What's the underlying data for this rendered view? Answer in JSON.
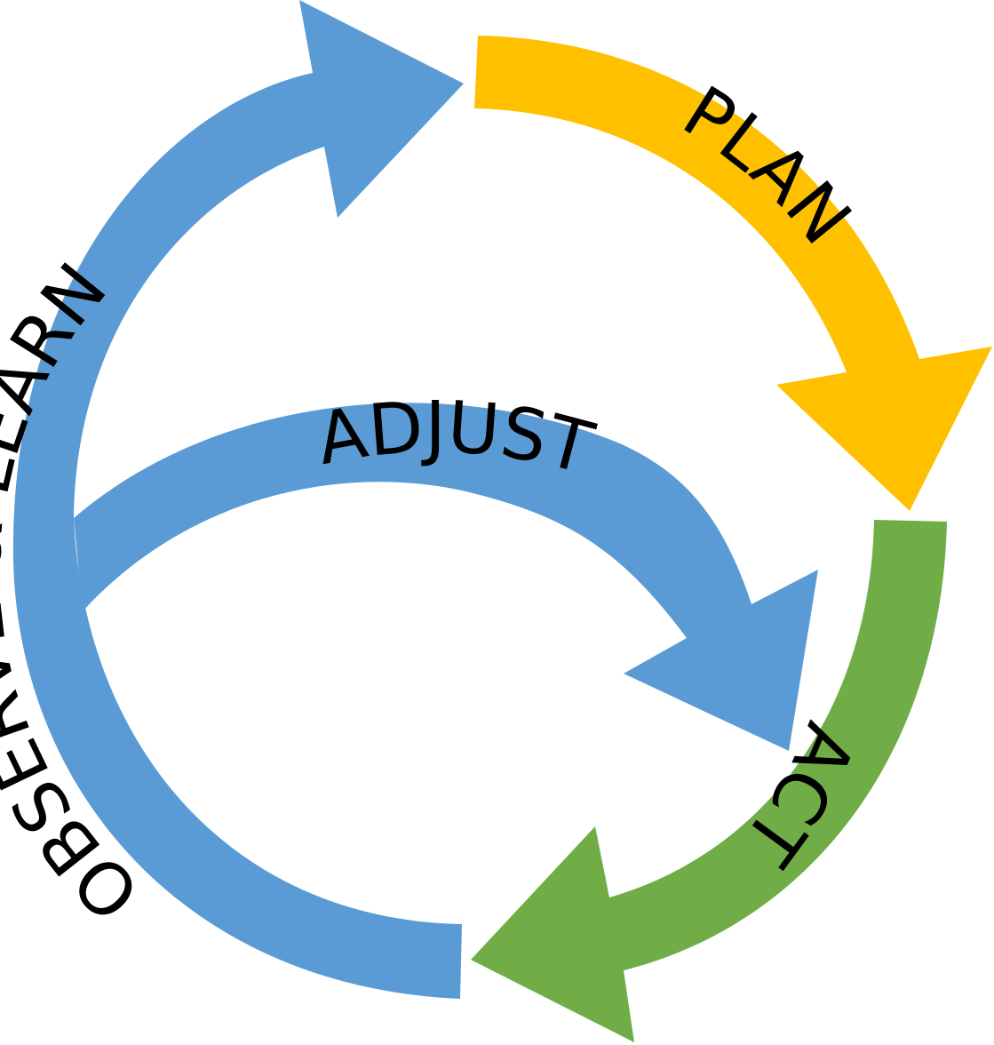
{
  "diagram": {
    "colors": {
      "blue": "#5B9BD5",
      "yellow": "#FFC000",
      "green": "#70AD47",
      "text": "#000000",
      "background": "#FFFFFF"
    },
    "stages": [
      {
        "id": "plan",
        "label": "PLAN",
        "color": "#FFC000"
      },
      {
        "id": "act",
        "label": "ACT",
        "color": "#70AD47"
      },
      {
        "id": "observe",
        "label": "OBSERVE & LEARN",
        "color": "#5B9BD5"
      },
      {
        "id": "adjust",
        "label": "ADJUST",
        "color": "#5B9BD5"
      }
    ]
  }
}
